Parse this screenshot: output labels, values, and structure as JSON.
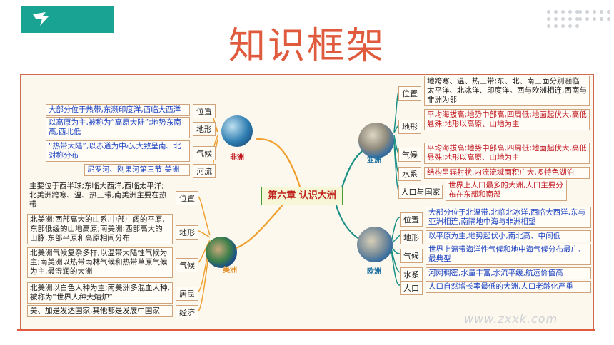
{
  "header": {
    "title": "知识框架"
  },
  "center": "第六章  认识大洲",
  "africa": {
    "name": "非洲",
    "items": [
      {
        "label": "位置",
        "text": "大部分位于热带,东濒印度洋,西临大西洋"
      },
      {
        "label": "地形",
        "text": "以高原为主,被称为“高原大陆”;地势东南高,西北低"
      },
      {
        "label": "气候",
        "text": "“热带大陆”,以赤道为中心,大致呈南、北对称分布"
      },
      {
        "label": "河流",
        "text": "尼罗河、刚果河第三节 美洲"
      }
    ]
  },
  "america": {
    "name": "美洲",
    "items": [
      {
        "label": "位置",
        "text": "主要位于西半球;东临大西洋,西临太平洋;北美洲跨寒、温、热三带,南美洲主要在热带"
      },
      {
        "label": "地形",
        "text": "北美洲:西部高大的山系,中部广阔的平原,东部低缓的山地高原;南美洲:西部高大的山脉,东部平原和高原相间分布"
      },
      {
        "label": "气候",
        "text": "北美洲气候复杂多样,以温带大陆性气候为主;南美洲以热带雨林气候和热带草原气候为主,最湿润的大洲"
      },
      {
        "label": "居民",
        "text": "北美洲以白色人种为主;南美洲多混血人种,被称为“世界人种大熔炉”"
      },
      {
        "label": "经济",
        "text": "美、加是发达国家,其他都是发展中国家"
      }
    ]
  },
  "asia": {
    "name": "亚洲",
    "items": [
      {
        "label": "位置",
        "text": "地跨寒、温、热三带;东、北、南三面分别濒临太平洋、北冰洋、印度洋。西与欧洲相连,西南与非洲为邻"
      },
      {
        "label": "地形",
        "text": "平均海拔高;地势中部高,四周低;地面起伏大,高低悬殊;地形以高原、山地为主"
      },
      {
        "label": "气候",
        "text": "平均海拔高;地势中部高,四周低;地面起伏大,高低悬殊;地形以高原、山地为主"
      },
      {
        "label": "水系",
        "text": "结构呈辐射状,内流流域面积广大,多特色湖泊"
      },
      {
        "label": "人口与国家",
        "text": "世界上人口最多的大洲,人口主要分布在东部和南部"
      }
    ]
  },
  "europe": {
    "name": "欧洲",
    "items": [
      {
        "label": "位置",
        "text": "大部分位于北温带,北临北冰洋,西临大西洋,东与亚洲相连,南隔地中海与非洲相望"
      },
      {
        "label": "地形",
        "text": "以平原为主,地势起伏小,南北高、中间低"
      },
      {
        "label": "气候",
        "text": "世界上温带海洋性气候和地中海气候分布最广、最典型"
      },
      {
        "label": "水系",
        "text": "河网稠密,水量丰富,水流平缓,航运价值高"
      },
      {
        "label": "人口",
        "text": "人口自然增长率最低的大洲,人口老龄化严重"
      }
    ]
  },
  "watermark": "www.zxxk.com",
  "colors": {
    "accent": "#e05a3d",
    "logo": "#19a392",
    "branch": "#f0a030"
  }
}
